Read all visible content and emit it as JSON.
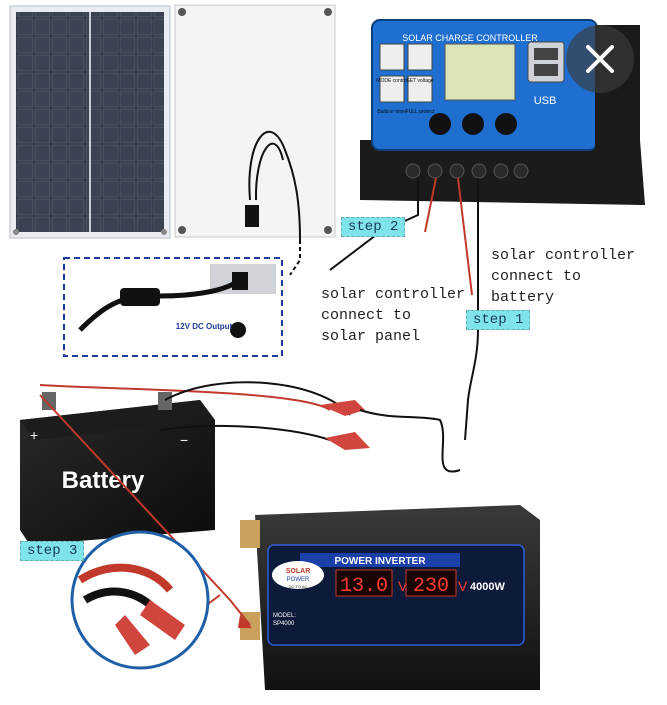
{
  "controller": {
    "title": "SOLAR CHARGE CONTROLLER",
    "usb": "USB",
    "btn_mode": "MODE control",
    "btn_set": "SET voltage",
    "btn_timer": "Build-in timer",
    "btn_full": "FULL protect"
  },
  "cable_label": "12V DC Output",
  "battery": {
    "label": "Battery",
    "plus": "+",
    "minus": "−"
  },
  "inverter": {
    "brand_top": "SOLAR",
    "brand_bottom": "POWER",
    "brand_tag": "DC TO AC",
    "title": "POWER INVERTER",
    "voltage_in": "13.0",
    "voltage_out": "230",
    "unit": "V",
    "watts": "4000W",
    "model_label": "MODEL:",
    "model": "SP4000"
  },
  "annotations": {
    "step1": "step 1",
    "step2": "step 2",
    "step3": "step 3",
    "battery_note_1": "solar controller",
    "battery_note_2": "connect to",
    "battery_note_3": "battery",
    "panel_note_1": "solar controller",
    "panel_note_2": "connect to",
    "panel_note_3": "solar panel"
  },
  "close_icon": "close-icon"
}
